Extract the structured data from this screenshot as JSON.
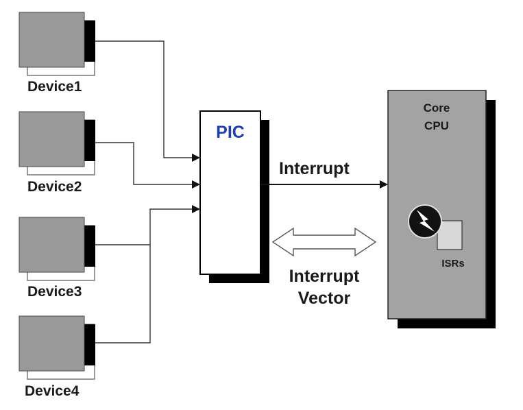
{
  "devices": [
    {
      "label": "Device1"
    },
    {
      "label": "Device2"
    },
    {
      "label": "Device3"
    },
    {
      "label": "Device4"
    }
  ],
  "pic": {
    "label": "PIC",
    "label_color": "#1f3fb0"
  },
  "interrupt_line": {
    "label": "Interrupt"
  },
  "vector": {
    "line1": "Interrupt",
    "line2": "Vector"
  },
  "cpu": {
    "line1": "Core",
    "line2": "CPU",
    "isr_label": "ISRs"
  },
  "icons": {
    "device": "device-box-icon",
    "interrupt_handler": "lightning-bolt-icon",
    "isr": "isr-block-icon",
    "bidirectional": "double-arrow-icon"
  },
  "colors": {
    "device_fill": "#9a9a9a",
    "device_edge": "#000000",
    "pic_fill": "#ffffff",
    "cpu_fill": "#a3a3a3",
    "shadow": "#000000"
  }
}
